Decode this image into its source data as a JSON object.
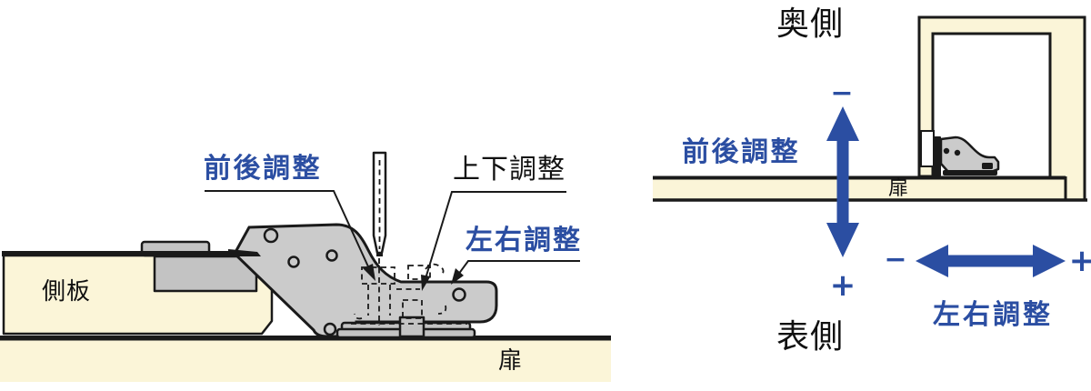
{
  "colors": {
    "accent_blue": "#2B4EA2",
    "wood_beige": "#FBF5D8",
    "hinge_gray": "#CBCBCB",
    "plate_gray": "#C3C3C3",
    "outline_ink": "#1A1A1A"
  },
  "left_diagram": {
    "label_front_back": "前後調整",
    "label_up_down": "上下調整",
    "label_left_right": "左右調整",
    "label_side_panel": "側板",
    "label_door": "扉"
  },
  "right_diagram": {
    "label_back_side": "奥側",
    "label_front_side": "表側",
    "label_front_back": "前後調整",
    "label_left_right": "左右調整",
    "label_door": "扉",
    "sign_front_back_minus": "−",
    "sign_front_back_plus": "+",
    "sign_left_right_minus": "−",
    "sign_left_right_plus": "+"
  }
}
